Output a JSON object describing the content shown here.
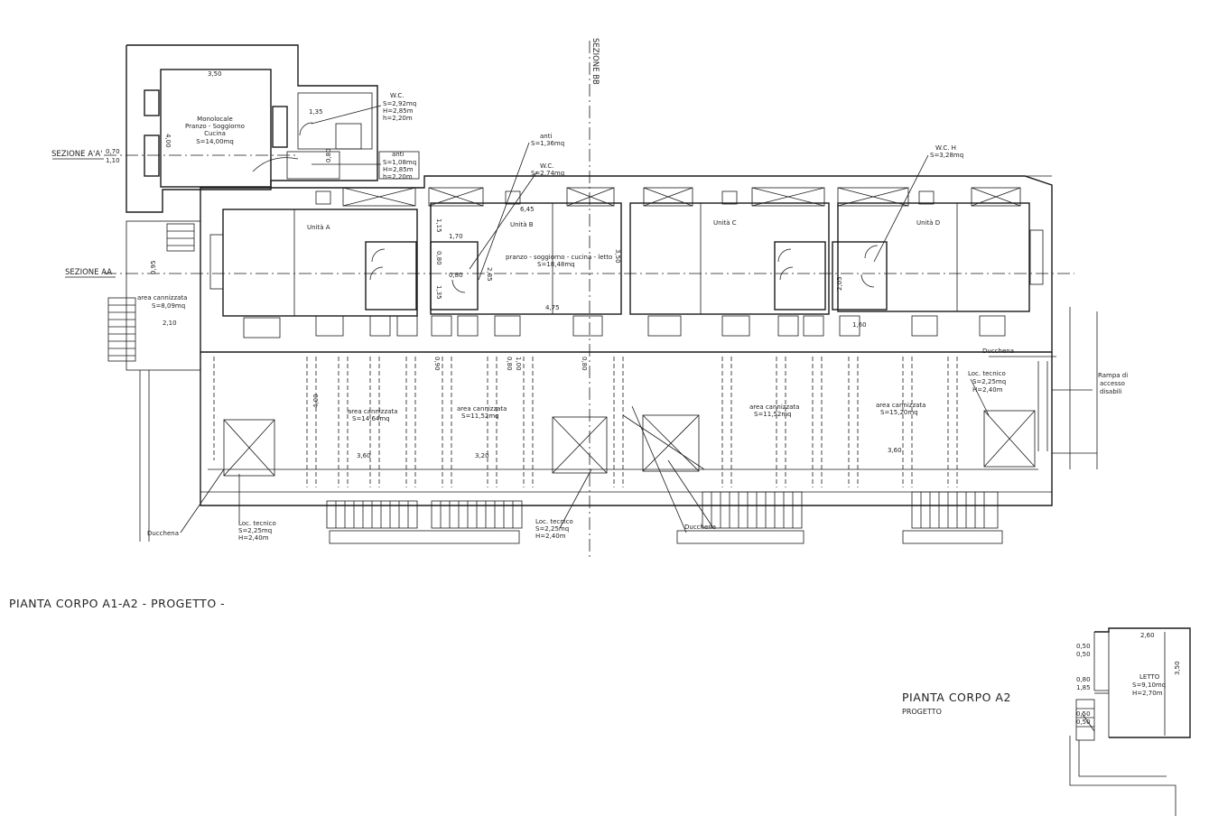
{
  "plan_a1_a2": {
    "title": "PIANTA CORPO A1-A2  - PROGETTO -",
    "sections": {
      "section_aa1": "SEZIONE A'A'",
      "section_aa": "SEZIONE AA",
      "section_bb": "SEZIONE BB"
    },
    "monolocale": {
      "name": "Monolocale",
      "use": "Pranzo - Soggiorno",
      "use2": "Cucina",
      "area": "S=14,00mq",
      "width": "3,50",
      "depth": "4,00"
    },
    "wc_top": {
      "name": "W.C.",
      "area": "S=2,92mq",
      "h1": "H=2,85m",
      "h2": "h=2,20m",
      "dim": "1,35"
    },
    "anti_top": {
      "name": "anti",
      "area": "S=1,08mq",
      "h1": "H=2,85m",
      "h2": "h=2,20m",
      "dim": "0,80"
    },
    "anti_b": {
      "name": "anti",
      "area": "S=1,36mq"
    },
    "wc_b": {
      "name": "W.C.",
      "area": "S=2,74mq"
    },
    "wc_h": {
      "name": "W.C. H",
      "area": "S=3,28mq"
    },
    "units": {
      "a": "Unità A",
      "b": "Unità B",
      "c": "Unità C",
      "d": "Unità D"
    },
    "unit_b_room": {
      "use": "pranzo - soggiorno - cucina - letto",
      "area": "S=18,48mq"
    },
    "dims": {
      "d070": "0,70",
      "d110": "1,10",
      "d645": "6,45",
      "d170": "1,70",
      "d115": "1,15",
      "d080a": "0,80",
      "d080b": "0,80",
      "d080c": "0,80",
      "d080d": "0,80",
      "d135": "1,35",
      "d285": "2,85",
      "d350": "3,50",
      "d475": "4,75",
      "d205": "2,05",
      "d160": "1,60",
      "d095": "0,95",
      "d210": "2,10",
      "d400": "4,00",
      "d360a": "3,60",
      "d320": "3,20",
      "d360b": "3,60",
      "d100": "1,00",
      "d090": "0,90"
    },
    "gardens": {
      "g_side": {
        "name": "area cannizzata",
        "area": "S=8,09mq"
      },
      "g_a": {
        "name": "area cannizzata",
        "area": "S=14,64mq"
      },
      "g_b": {
        "name": "area cannizzata",
        "area": "S=11,52mq"
      },
      "g_c": {
        "name": "area cannizzata",
        "area": "S=11,52mq"
      },
      "g_d": {
        "name": "area cannizzata",
        "area": "S=15,20mq"
      }
    },
    "loc_tecnico_1": {
      "name": "Loc. tecnico",
      "area": "S=2,25mq",
      "h": "H=2,40m"
    },
    "loc_tecnico_2": {
      "name": "Loc. tecnico",
      "area": "S=2,25mq",
      "h": "H=2,40m"
    },
    "loc_tecnico_3": {
      "name": "Loc. tecnico",
      "area": "S=2,25mq",
      "h": "H=2,40m"
    },
    "ducchena_1": "Ducchena",
    "ducchena_2": "Ducchena",
    "ducchena_3": "Ducchena",
    "ramp": {
      "l1": "Rampa di",
      "l2": "accesso",
      "l3": "disabili"
    }
  },
  "plan_a2": {
    "title": "PIANTA CORPO A2",
    "subtitle": "PROGETTO",
    "room": {
      "name": "LETTO",
      "area": "S=9,10mq",
      "h": "H=2,70m"
    },
    "dims": {
      "w260": "2,60",
      "h350": "3,50",
      "a050": "0,50",
      "b050": "0,50",
      "c080": "0,80",
      "d185": "1,85",
      "e050": "0,50",
      "f050": "0,50"
    }
  }
}
